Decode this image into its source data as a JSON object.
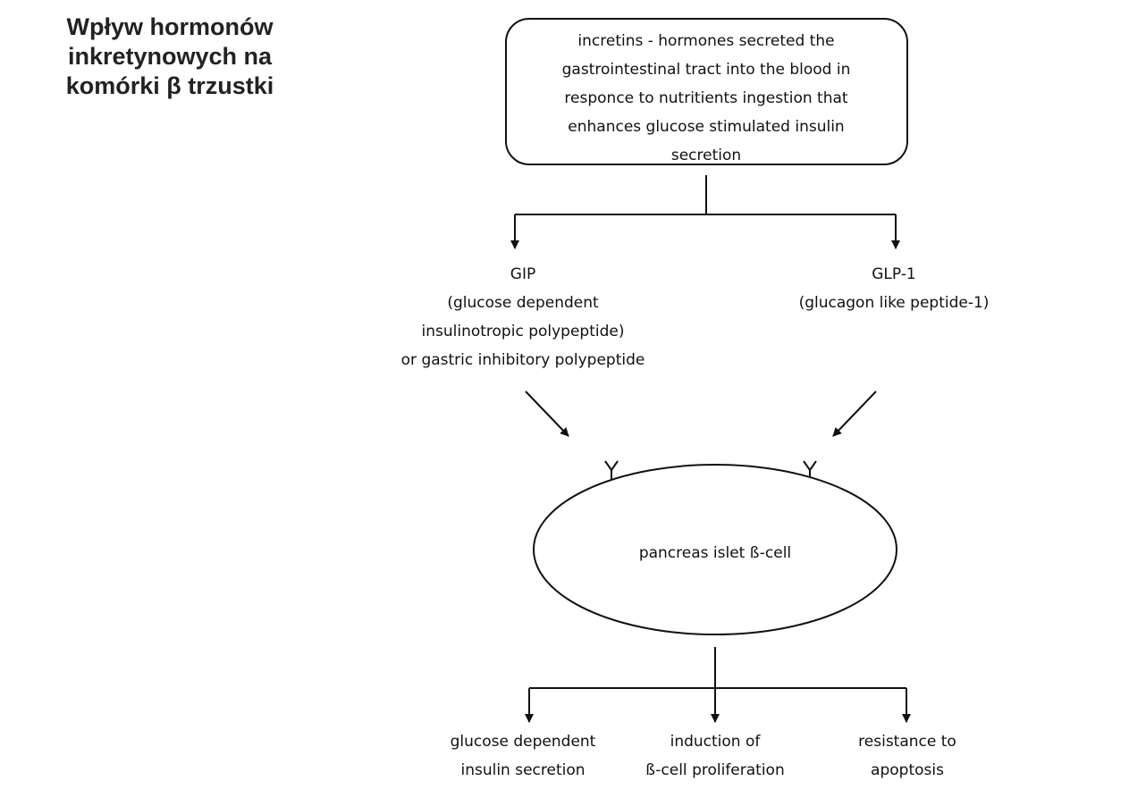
{
  "title": {
    "line1": "Wpływ hormonów",
    "line2": "inkretynowych na",
    "line3": "komórki β trzustki"
  },
  "definition": {
    "lines": [
      "incretins - hormones secreted the",
      "gastrointestinal tract into the blood in",
      "responce to nutritients ingestion that",
      "enhances glucose stimulated insulin",
      "secretion"
    ]
  },
  "gip": {
    "lines": [
      "GIP",
      "(glucose dependent",
      "insulinotropic polypeptide)",
      "or gastric inhibitory polypeptide"
    ]
  },
  "glp1": {
    "lines": [
      "GLP-1",
      "(glucagon like peptide-1)"
    ]
  },
  "cell": {
    "label": "pancreas islet ß-cell"
  },
  "effects": [
    {
      "lines": [
        "glucose dependent",
        "insulin secretion"
      ]
    },
    {
      "lines": [
        "induction of",
        "ß-cell proliferation"
      ]
    },
    {
      "lines": [
        "resistance to",
        "apoptosis"
      ]
    }
  ]
}
